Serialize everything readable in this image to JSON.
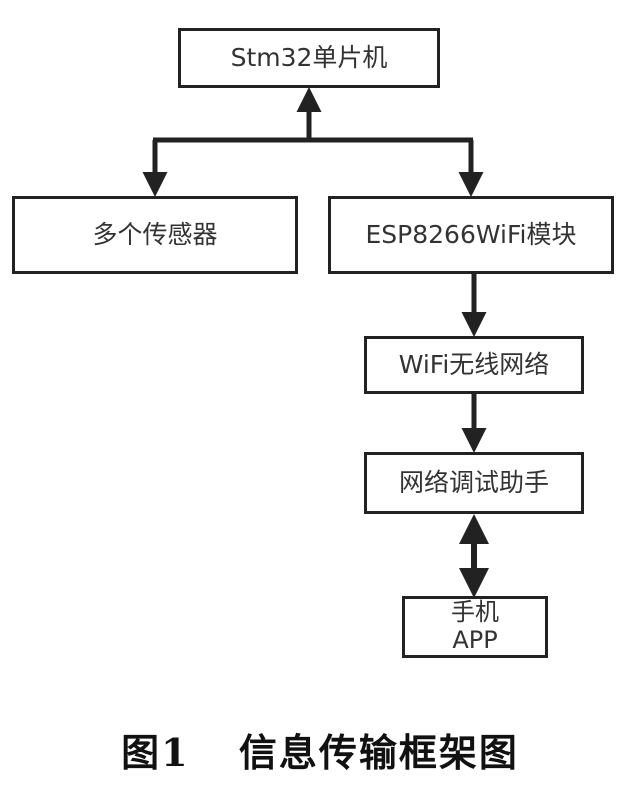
{
  "diagram": {
    "nodes": {
      "stm32": "Stm32单片机",
      "sensors": "多个传感器",
      "esp8266": "ESP8266WiFi模块",
      "wifi_network": "WiFi无线网络",
      "debug_assistant": "网络调试助手",
      "app_line1": "手机",
      "app_line2": "APP"
    },
    "edges": [
      {
        "from": "stm32",
        "to": "sensors",
        "direction": "bidirectional"
      },
      {
        "from": "stm32",
        "to": "esp8266",
        "direction": "bidirectional"
      },
      {
        "from": "esp8266",
        "to": "wifi_network",
        "direction": "forward"
      },
      {
        "from": "wifi_network",
        "to": "debug_assistant",
        "direction": "forward"
      },
      {
        "from": "debug_assistant",
        "to": "app",
        "direction": "bidirectional"
      }
    ]
  },
  "caption": {
    "number": "图1",
    "title": "信息传输框架图"
  },
  "colors": {
    "line": "#222222",
    "text": "#333333"
  }
}
